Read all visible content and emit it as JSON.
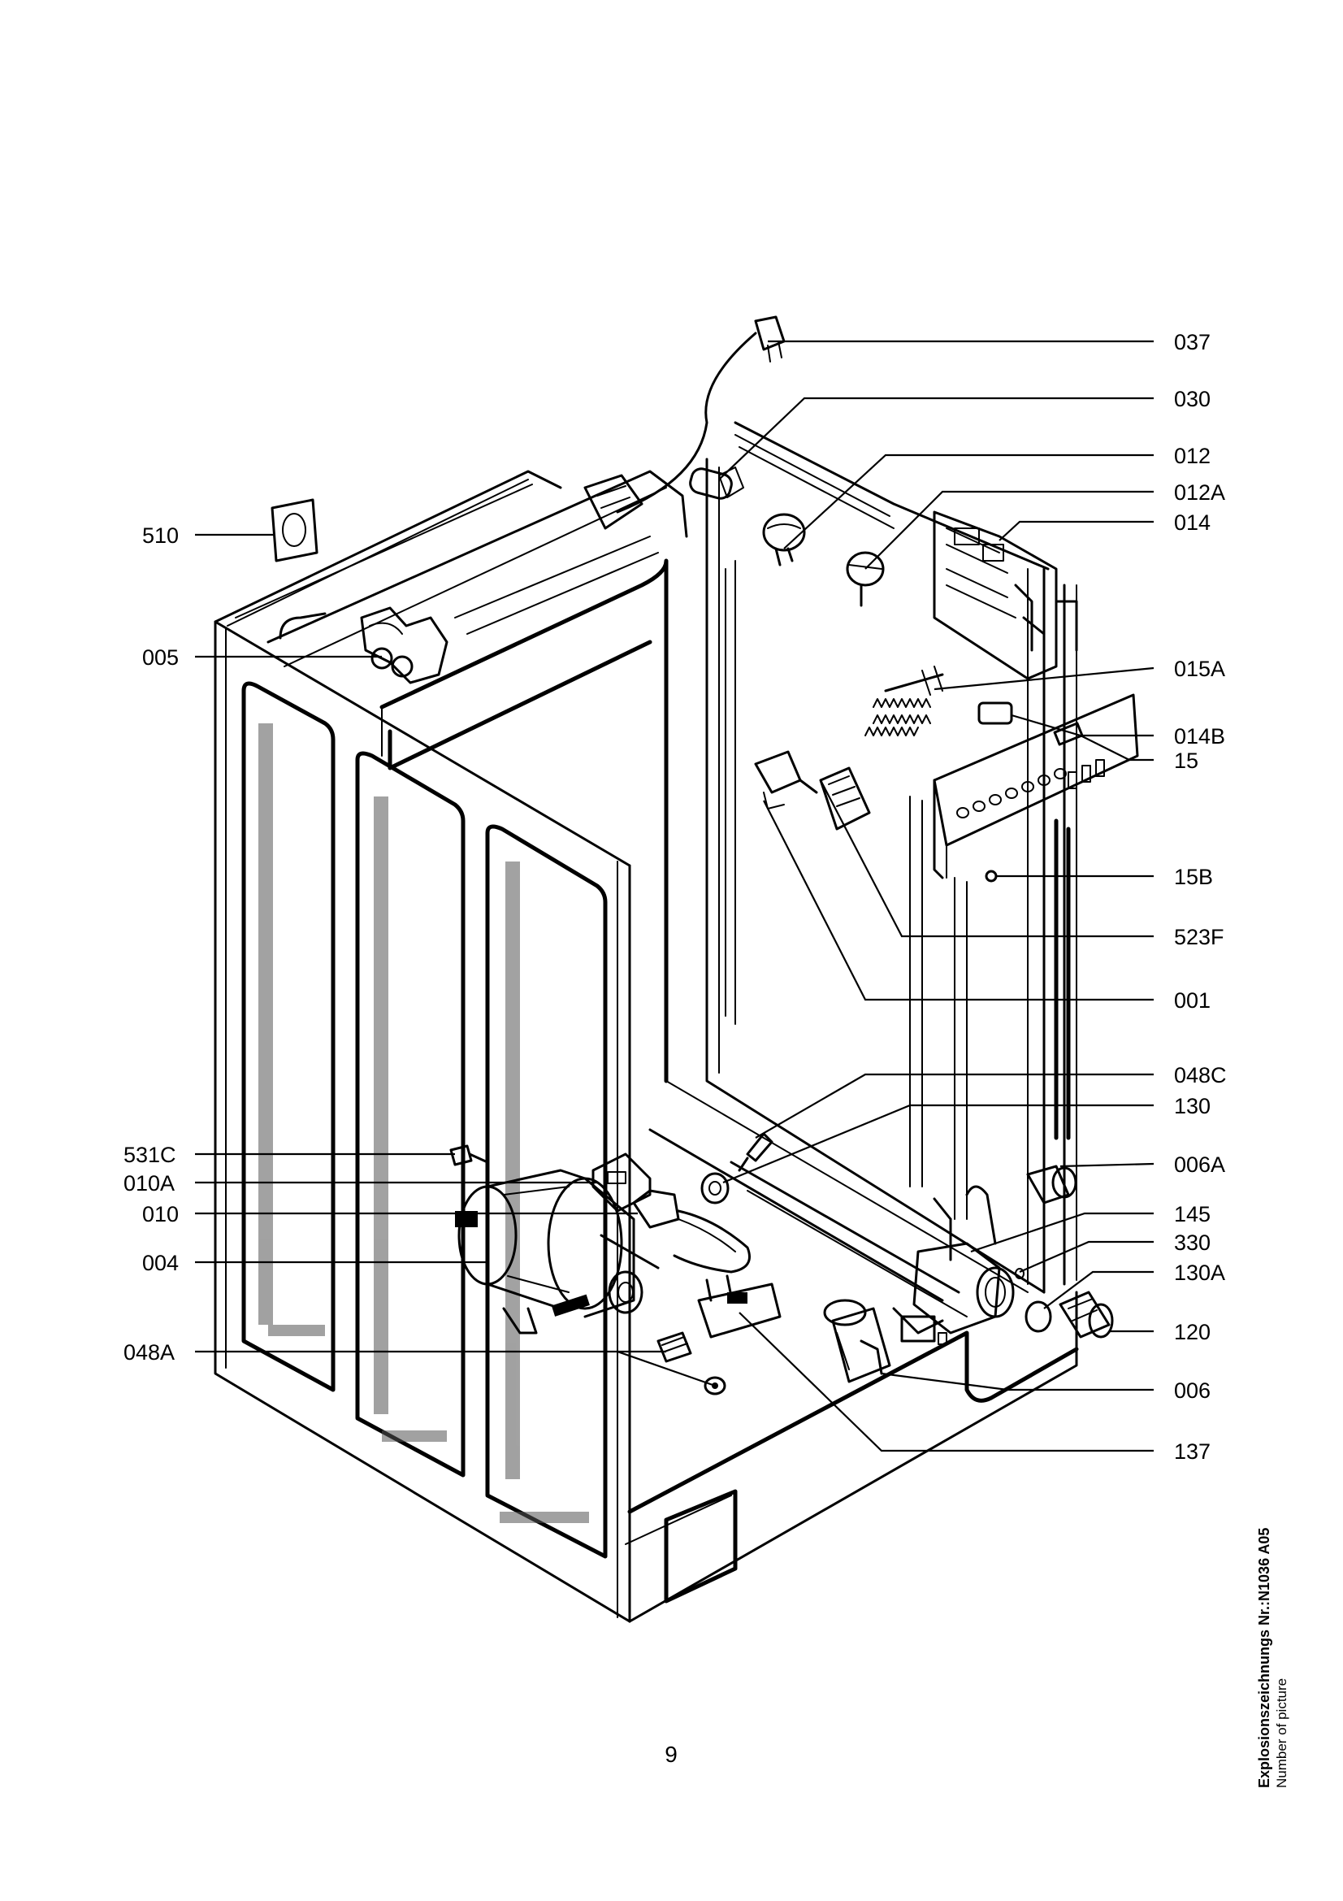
{
  "callouts": {
    "c037": "037",
    "c030": "030",
    "c012": "012",
    "c012A": "012A",
    "c014": "014",
    "c510": "510",
    "c005": "005",
    "c015A": "015A",
    "c014B": "014B",
    "c15": "15",
    "c15B": "15B",
    "c523F": "523F",
    "c001": "001",
    "c048C": "048C",
    "c130": "130",
    "c531C": "531C",
    "c010A": "010A",
    "c006A": "006A",
    "c010": "010",
    "c145": "145",
    "c004": "004",
    "c330": "330",
    "c130A": "130A",
    "c120": "120",
    "c048A": "048A",
    "c006": "006",
    "c137": "137"
  },
  "footer": {
    "page_number": "9",
    "drawing_reference": "Explosionszeichnungs Nr.:N1036 A05",
    "picture_label": "Number of picture"
  }
}
